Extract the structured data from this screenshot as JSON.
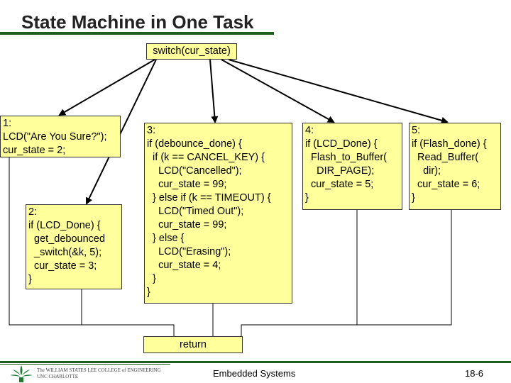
{
  "slide": {
    "title": "State Machine in One Task",
    "footer_center": "Embedded Systems",
    "page_number": "18-6",
    "college_line1": "The WILLIAM STATES LEE COLLEGE of ENGINEERING",
    "college_line2": "UNC CHARLOTTE"
  },
  "diagram": {
    "switch_label": "switch(cur_state)",
    "return_label": "return",
    "state1": "1:\nLCD(\"Are You Sure?\");\ncur_state = 2;",
    "state2": "2:\nif (LCD_Done) {\n  get_debounced\n  _switch(&k, 5);\n  cur_state = 3;\n}",
    "state3": "3:\nif (debounce_done) {\n  if (k == CANCEL_KEY) {\n    LCD(\"Cancelled\");\n    cur_state = 99;\n  } else if (k == TIMEOUT) {\n    LCD(\"Timed Out\");\n    cur_state = 99;\n  } else {\n    LCD(\"Erasing\");\n    cur_state = 4;\n  }\n}",
    "state4": "4:\nif (LCD_Done) {\n  Flash_to_Buffer(\n    DIR_PAGE);\n  cur_state = 5;\n}",
    "state5": "5:\nif (Flash_done) {\n  Read_Buffer(\n    dir);\n  cur_state = 6;\n}"
  },
  "colors": {
    "box_fill": "#ffff9c",
    "accent_green": "#1e5e1e"
  }
}
